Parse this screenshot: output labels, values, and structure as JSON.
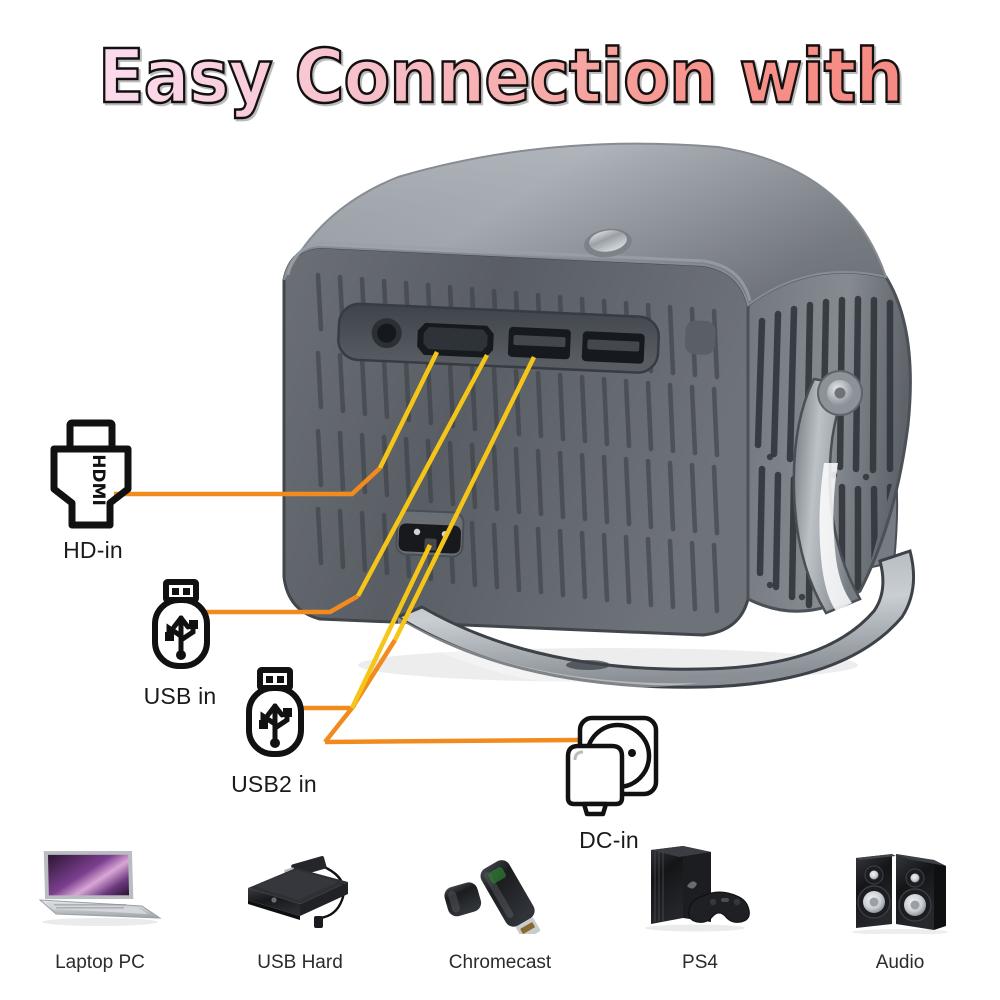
{
  "header": {
    "title": "Easy Connection with",
    "title_gradient_from": "#fbdcee",
    "title_gradient_to": "#f58a83",
    "title_outline": "#111111"
  },
  "theme": {
    "leader_line_outside": "#F28B1E",
    "leader_line_over_body": "#F5C518",
    "body_dark": "#5b6066",
    "body_light": "#b9bec4",
    "panel_dark": "#4a4f55",
    "label_text": "#1a1a1a"
  },
  "product": {
    "name": "projector",
    "ports": [
      {
        "id": "audio-jack",
        "label": "3.5mm"
      },
      {
        "id": "hdmi-port",
        "label": "HDMI"
      },
      {
        "id": "usb-port-1",
        "label": "USB"
      },
      {
        "id": "usb-port-2",
        "label": "USB2"
      },
      {
        "id": "ir-sensor",
        "label": "IR"
      },
      {
        "id": "ac-inlet",
        "label": "AC"
      }
    ]
  },
  "callouts": [
    {
      "id": "hdmi",
      "icon": "hdmi-connector-icon",
      "icon_text": "HDMI",
      "label": "HD-in"
    },
    {
      "id": "usb1",
      "icon": "usb-flash-drive-icon",
      "icon_text": "",
      "label": "USB in"
    },
    {
      "id": "usb2",
      "icon": "usb-flash-drive-icon",
      "icon_text": "",
      "label": "USB2 in"
    },
    {
      "id": "dc",
      "icon": "power-plug-socket-icon",
      "icon_text": "",
      "label": "DC-in"
    }
  ],
  "devices": [
    {
      "id": "laptop",
      "icon": "laptop-icon",
      "label": "Laptop PC"
    },
    {
      "id": "usb-hard",
      "icon": "hard-drive-icon",
      "label": "USB Hard"
    },
    {
      "id": "chromecast",
      "icon": "dongle-icon",
      "label": "Chromecast"
    },
    {
      "id": "ps4",
      "icon": "console-icon",
      "label": "PS4"
    },
    {
      "id": "audio",
      "icon": "speakers-icon",
      "label": "Audio"
    }
  ]
}
